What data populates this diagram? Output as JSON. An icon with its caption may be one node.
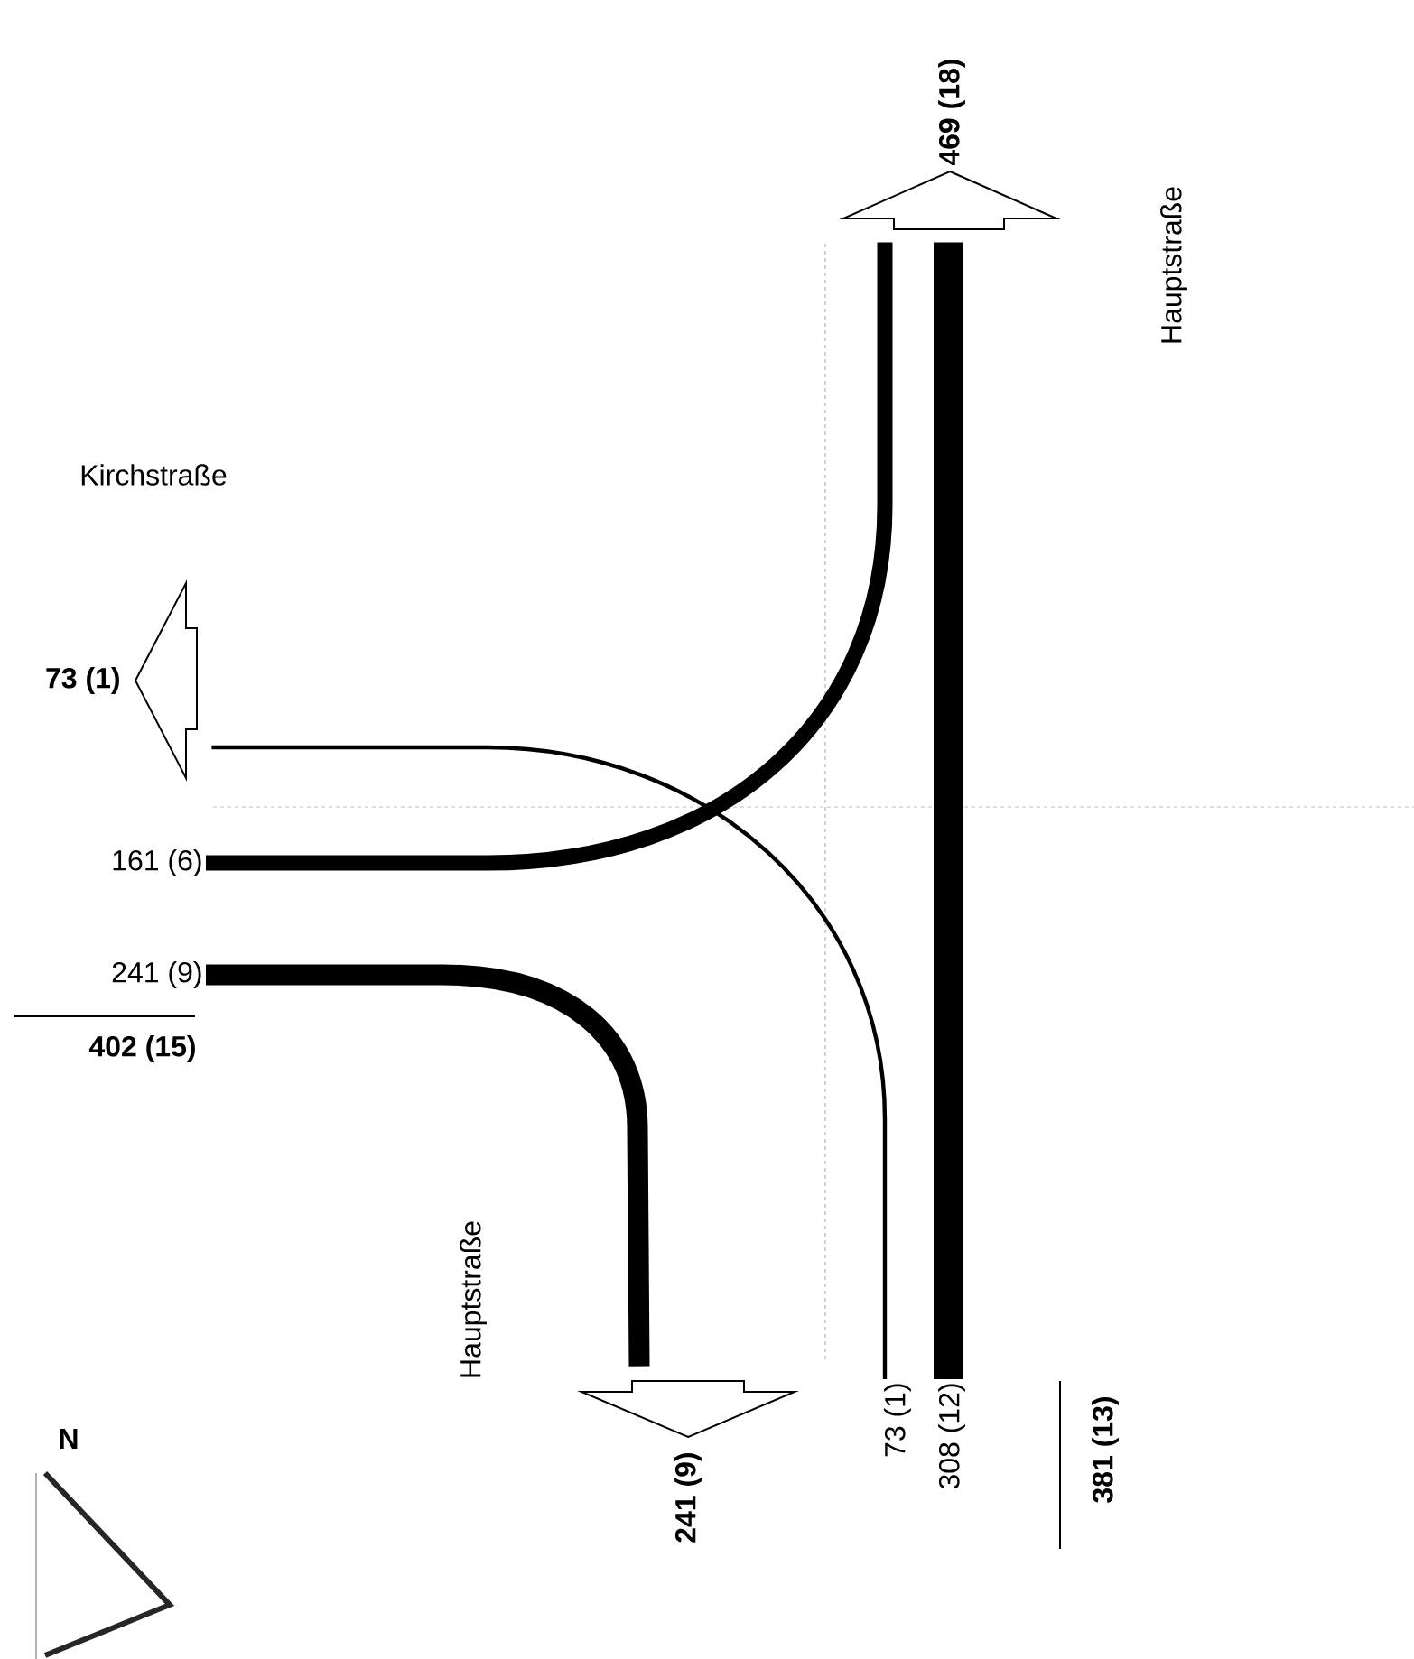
{
  "diagram": {
    "nodes": [
      {
        "text": [],
        "shape": "arrow",
        "beside": [
          "73 (1)"
        ]
      },
      {
        "text": [],
        "shape": "arrow",
        "beside": [
          "469 (18)"
        ]
      },
      {
        "text": [],
        "shape": "arrow",
        "beside": [
          "241 (9)"
        ]
      },
      {
        "text": [
          "161 (6)"
        ]
      },
      {
        "text": [
          "241 (9)"
        ]
      },
      {
        "text": [
          "73 (1)"
        ]
      },
      {
        "text": [
          "308 (12)"
        ]
      }
    ],
    "edges": [
      {
        "from": 5,
        "to": 0,
        "arrow": "none"
      },
      {
        "from": 3,
        "to": 1,
        "arrow": "none"
      },
      {
        "from": 4,
        "to": 2,
        "arrow": "none"
      },
      {
        "from": 6,
        "to": 1,
        "arrow": "none",
        "style": "thick"
      }
    ],
    "labels": [
      "Hauptstraße",
      "Kirchstraße",
      "402 (15)",
      "Hauptstraße",
      "381 (13)",
      "N"
    ]
  }
}
